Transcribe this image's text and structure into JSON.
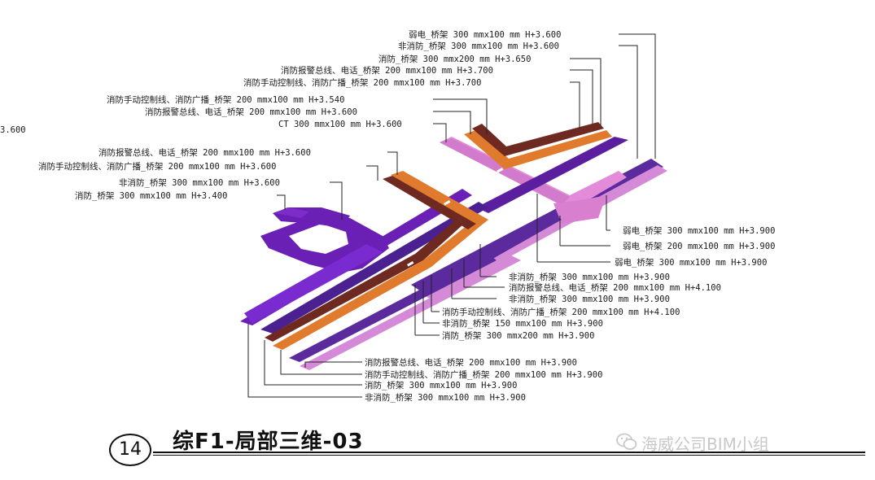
{
  "labels": {
    "l01": "弱电_桥架 300 mmx100 mm H+3.600",
    "l02": "非消防_桥架 300 mmx100 mm H+3.600",
    "l03": "消防_桥架 300 mmx200 mm H+3.650",
    "l04": "消防报警总线、电话_桥架 200 mmx100 mm H+3.700",
    "l05": "消防手动控制线、消防广播_桥架 200 mmx100 mm H+3.700",
    "l06": "消防手动控制线、消防广播_桥架 200 mmx100 mm H+3.540",
    "l07": "消防报警总线、电话_桥架 200 mmx100 mm H+3.600",
    "l08": "CT 300 mmx100 mm H+3.600",
    "l09": "3.600",
    "l10": "消防报警总线、电话_桥架 200 mmx100 mm H+3.600",
    "l11": "消防手动控制线、消防广播_桥架 200 mmx100 mm H+3.600",
    "l12": "非消防_桥架 300 mmx100 mm H+3.600",
    "l13": "消防_桥架 300 mmx100 mm H+3.400",
    "r01": "弱电_桥架 300 mmx100 mm H+3.900",
    "r02": "弱电_桥架 200 mmx100 mm H+3.900",
    "r03": "弱电_桥架 300 mmx100 mm H+3.900",
    "r04": "非消防_桥架 300 mmx100 mm H+3.900",
    "r05": "消防报警总线、电话_桥架 200 mmx100 mm H+4.100",
    "r06": "非消防_桥架 300 mmx100 mm H+3.900",
    "r07": "消防手动控制线、消防广播_桥架 200 mmx100 mm H+4.100",
    "r08": "非消防_桥架 150 mmx100 mm H+3.900",
    "r09": "消防_桥架 300 mmx200 mm H+3.900",
    "b01": "消防报警总线、电话_桥架 200 mmx100 mm H+3.900",
    "b02": "消防手动控制线、消防广播_桥架 200 mmx100 mm H+3.900",
    "b03": "消防_桥架 300 mmx100 mm H+3.900",
    "b04": "非消防_桥架 300 mmx100 mm H+3.900"
  },
  "footer": {
    "number": "14",
    "title": "综F1-局部三维-03",
    "watermark": "海威公司BIM小组",
    "watermark_icon": "wechat-icon"
  },
  "colors": {
    "fire_tray": "#6a1fb5",
    "non_fire_tray": "#5b2a9c",
    "weak_current_tray": "#d87fd0",
    "alarm_bus_tray": "#e07a2c",
    "manual_control_tray": "#6e2a20",
    "ct_tray": "#e38ad8"
  }
}
